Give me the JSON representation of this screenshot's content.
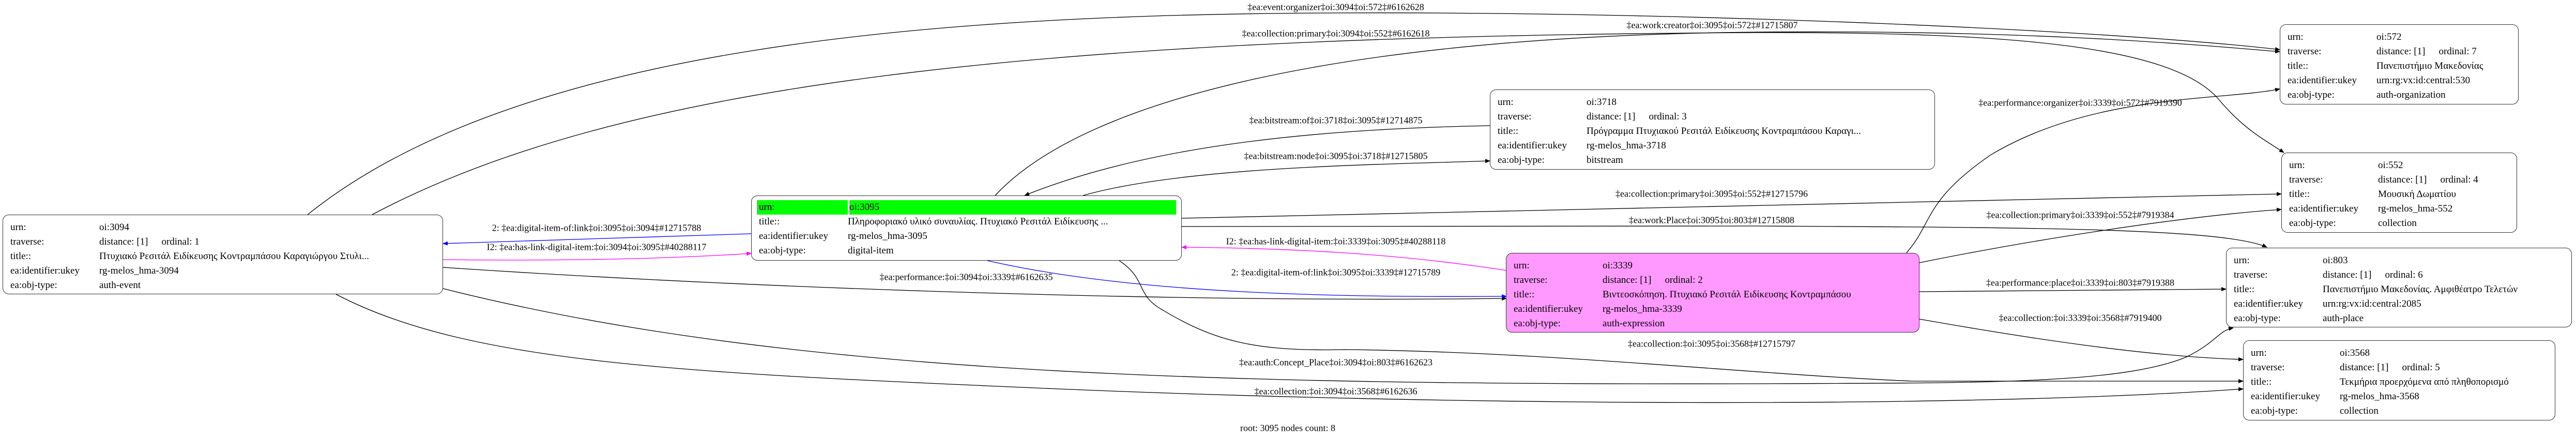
{
  "keys": {
    "urn": "urn:",
    "traverse": "traverse:",
    "title": "title::",
    "ukey": "ea:identifier:ukey",
    "objtype": "ea:obj-type:"
  },
  "nodes": {
    "n3094": {
      "urn": "oi:3094",
      "distance": "distance: [1]",
      "ordinal": "ordinal: 1",
      "title": "Πτυχιακό Ρεσιτάλ Ειδίκευσης Κοντραμπάσου Καραγιώργου Στυλι...",
      "ukey": "rg-melos_hma-3094",
      "objtype": "auth-event"
    },
    "n3095": {
      "urn": "oi:3095",
      "title": "Πληροφοριακό υλικό συναυλίας. Πτυχιακό Ρεσιτάλ Ειδίκευσης ...",
      "ukey": "rg-melos_hma-3095",
      "objtype": "digital-item"
    },
    "n3718": {
      "urn": "oi:3718",
      "distance": "distance: [1]",
      "ordinal": "ordinal: 3",
      "title": "Πρόγραμμα Πτυχιακού Ρεσιτάλ Ειδίκευσης Κοντραμπάσου Καραγι...",
      "ukey": "rg-melos_hma-3718",
      "objtype": "bitstream"
    },
    "n3339": {
      "urn": "oi:3339",
      "distance": "distance: [1]",
      "ordinal": "ordinal: 2",
      "title": "Βιντεοσκόπηση. Πτυχιακό Ρεσιτάλ Ειδίκευσης Κοντραμπάσου",
      "ukey": "rg-melos_hma-3339",
      "objtype": "auth-expression"
    },
    "n572": {
      "urn": "oi:572",
      "distance": "distance: [1]",
      "ordinal": "ordinal: 7",
      "title": "Πανεπιστήμιο Μακεδονίας",
      "ukey": "urn:rg:vx:id:central:530",
      "objtype": "auth-organization"
    },
    "n552": {
      "urn": "oi:552",
      "distance": "distance: [1]",
      "ordinal": "ordinal: 4",
      "title": "Μουσική Δωματίου",
      "ukey": "rg-melos_hma-552",
      "objtype": "collection"
    },
    "n803": {
      "urn": "oi:803",
      "distance": "distance: [1]",
      "ordinal": "ordinal: 6",
      "title": "Πανεπιστήμιο Μακεδονίας. Αμφιθέατρο Τελετών",
      "ukey": "urn:rg:vx:id:central:2085",
      "objtype": "auth-place"
    },
    "n3568": {
      "urn": "oi:3568",
      "distance": "distance: [1]",
      "ordinal": "ordinal: 5",
      "title": "Τεκμήρια προερχόμενα από πληθοπορισμό",
      "ukey": "rg-melos_hma-3568",
      "objtype": "collection"
    }
  },
  "edges": [
    "‡ea:event:organizer‡oi:3094‡oi:572‡#6162628",
    "‡ea:collection:primary‡oi:3094‡oi:552‡#6162618",
    "‡ea:work:creator‡oi:3095‡oi:572‡#12715807",
    "‡ea:bitstream:of‡oi:3718‡oi:3095‡#12714875",
    "‡ea:bitstream:node‡oi:3095‡oi:3718‡#12715805",
    "‡ea:performance:organizer‡oi:3339‡oi:572‡#7919390",
    "‡ea:collection:primary‡oi:3095‡oi:552‡#12715796",
    "‡ea:work:Place‡oi:3095‡oi:803‡#12715808",
    "I2: ‡ea:has-link-digital-item:‡oi:3339‡oi:3095‡#40288118",
    "2: ‡ea:digital-item-of:link‡oi:3095‡oi:3339‡#12715789",
    "‡ea:performance:‡oi:3094‡oi:3339‡#6162635",
    "‡ea:collection:primary‡oi:3339‡oi:552‡#7919384",
    "‡ea:performance:place‡oi:3339‡oi:803‡#7919388",
    "‡ea:collection:‡oi:3339‡oi:3568‡#7919400",
    "‡ea:collection:‡oi:3095‡oi:3568‡#12715797",
    "‡ea:auth:Concept_Place‡oi:3094‡oi:803‡#6162623",
    "‡ea:collection:‡oi:3094‡oi:3568‡#6162636",
    "2: ‡ea:digital-item-of:link‡oi:3095‡oi:3094‡#12715788",
    "I2: ‡ea:has-link-digital-item:‡oi:3094‡oi:3095‡#40288117"
  ],
  "colors": {
    "root_highlight": "#00ff00",
    "expression_fill": "#ff99ff",
    "digital_item_of": "#0000ff",
    "has_link": "#ff00ff"
  },
  "footer": "root: 3095 nodes count: 8"
}
